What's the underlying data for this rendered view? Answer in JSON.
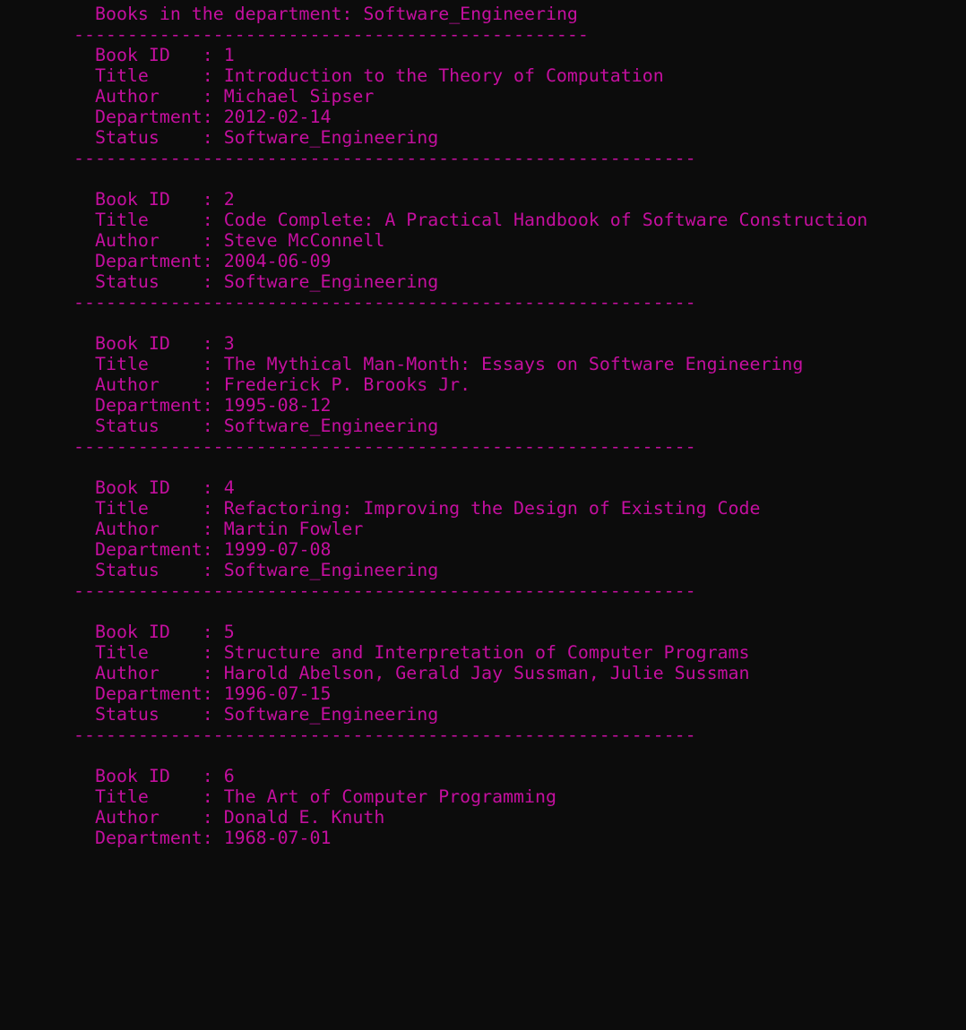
{
  "header": {
    "label": "Books in the department:",
    "department": "Software_Engineering",
    "divider": "------------------------------------------------"
  },
  "record_divider": "----------------------------------------------------------",
  "field_labels": {
    "book_id": "Book ID   : ",
    "title": "Title     : ",
    "author": "Author    : ",
    "department": "Department: ",
    "status": "Status    : "
  },
  "books": [
    {
      "book_id": "1",
      "title": "Introduction to the Theory of Computation",
      "author": "Michael Sipser",
      "department": "2012-02-14",
      "status": "Software_Engineering"
    },
    {
      "book_id": "2",
      "title": "Code Complete: A Practical Handbook of Software Construction",
      "author": "Steve McConnell",
      "department": "2004-06-09",
      "status": "Software_Engineering"
    },
    {
      "book_id": "3",
      "title": "The Mythical Man-Month: Essays on Software Engineering",
      "author": "Frederick P. Brooks Jr.",
      "department": "1995-08-12",
      "status": "Software_Engineering"
    },
    {
      "book_id": "4",
      "title": "Refactoring: Improving the Design of Existing Code",
      "author": "Martin Fowler",
      "department": "1999-07-08",
      "status": "Software_Engineering"
    },
    {
      "book_id": "5",
      "title": "Structure and Interpretation of Computer Programs",
      "author": "Harold Abelson, Gerald Jay Sussman, Julie Sussman",
      "department": "1996-07-15",
      "status": "Software_Engineering"
    },
    {
      "book_id": "6",
      "title": "The Art of Computer Programming",
      "author": "Donald E. Knuth",
      "department": "1968-07-01"
    }
  ]
}
